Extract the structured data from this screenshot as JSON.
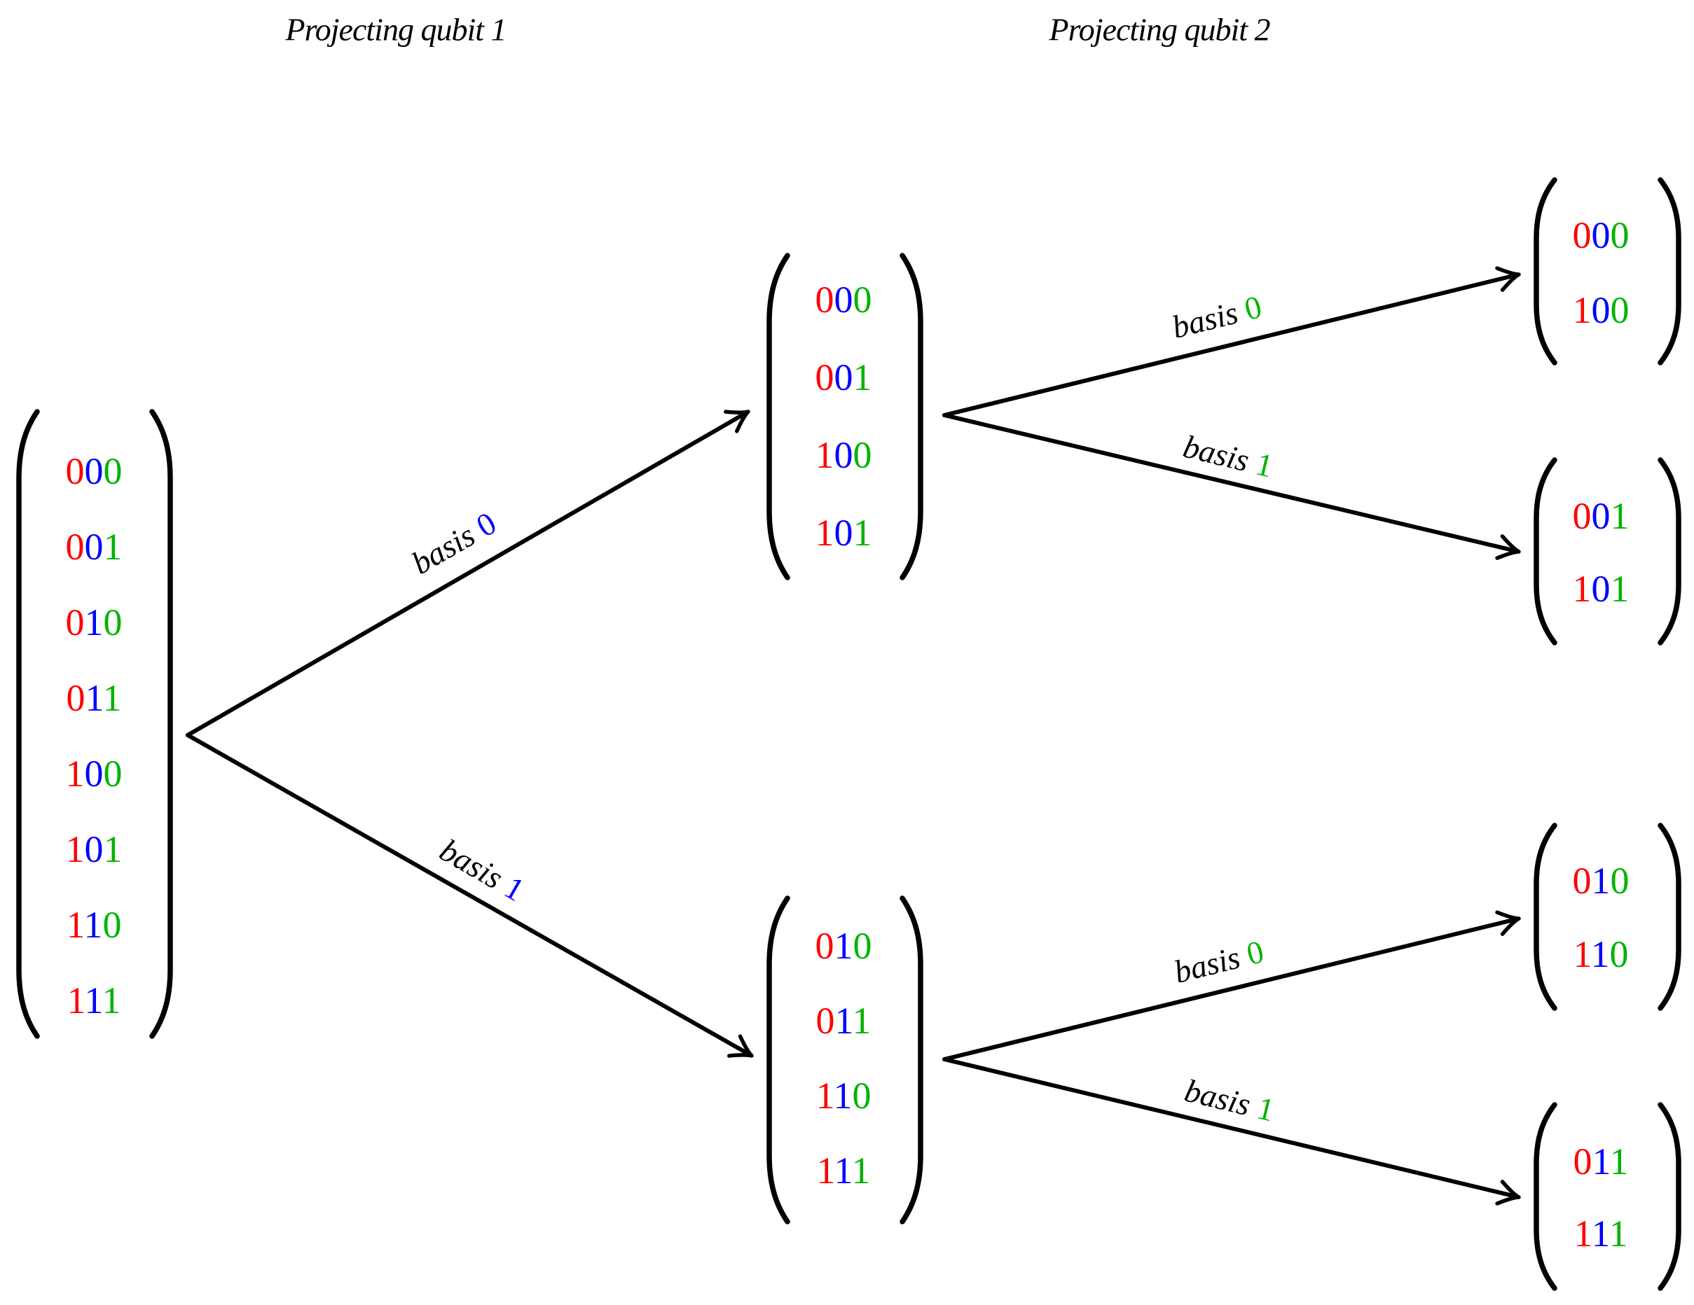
{
  "titles": {
    "left": "Projecting qubit 1",
    "right": "Projecting qubit 2"
  },
  "digit_colors": [
    "#ff0000",
    "#0000ff",
    "#00b400"
  ],
  "line_color": "#000000",
  "vectors": {
    "root": {
      "name": "initial-state",
      "entries": [
        "000",
        "001",
        "010",
        "011",
        "100",
        "101",
        "110",
        "111"
      ]
    },
    "mid_top": {
      "name": "after-qubit1-basis0",
      "entries": [
        "000",
        "001",
        "100",
        "101"
      ]
    },
    "mid_bottom": {
      "name": "after-qubit1-basis1",
      "entries": [
        "010",
        "011",
        "110",
        "111"
      ]
    },
    "right_1": {
      "name": "after-qubit2-basis0-top",
      "entries": [
        "000",
        "100"
      ]
    },
    "right_2": {
      "name": "after-qubit2-basis1-top",
      "entries": [
        "001",
        "101"
      ]
    },
    "right_3": {
      "name": "after-qubit2-basis0-bottom",
      "entries": [
        "010",
        "110"
      ]
    },
    "right_4": {
      "name": "after-qubit2-basis1-bottom",
      "entries": [
        "011",
        "111"
      ]
    }
  },
  "edges": [
    {
      "from": "root",
      "to": "mid_top",
      "label_word": "basis",
      "label_digit": "0",
      "label_digit_color": "#0000ff"
    },
    {
      "from": "root",
      "to": "mid_bottom",
      "label_word": "basis",
      "label_digit": "1",
      "label_digit_color": "#0000ff"
    },
    {
      "from": "mid_top",
      "to": "right_1",
      "label_word": "basis",
      "label_digit": "0",
      "label_digit_color": "#00b400"
    },
    {
      "from": "mid_top",
      "to": "right_2",
      "label_word": "basis",
      "label_digit": "1",
      "label_digit_color": "#00b400"
    },
    {
      "from": "mid_bottom",
      "to": "right_3",
      "label_word": "basis",
      "label_digit": "0",
      "label_digit_color": "#00b400"
    },
    {
      "from": "mid_bottom",
      "to": "right_4",
      "label_word": "basis",
      "label_digit": "1",
      "label_digit_color": "#00b400"
    }
  ]
}
